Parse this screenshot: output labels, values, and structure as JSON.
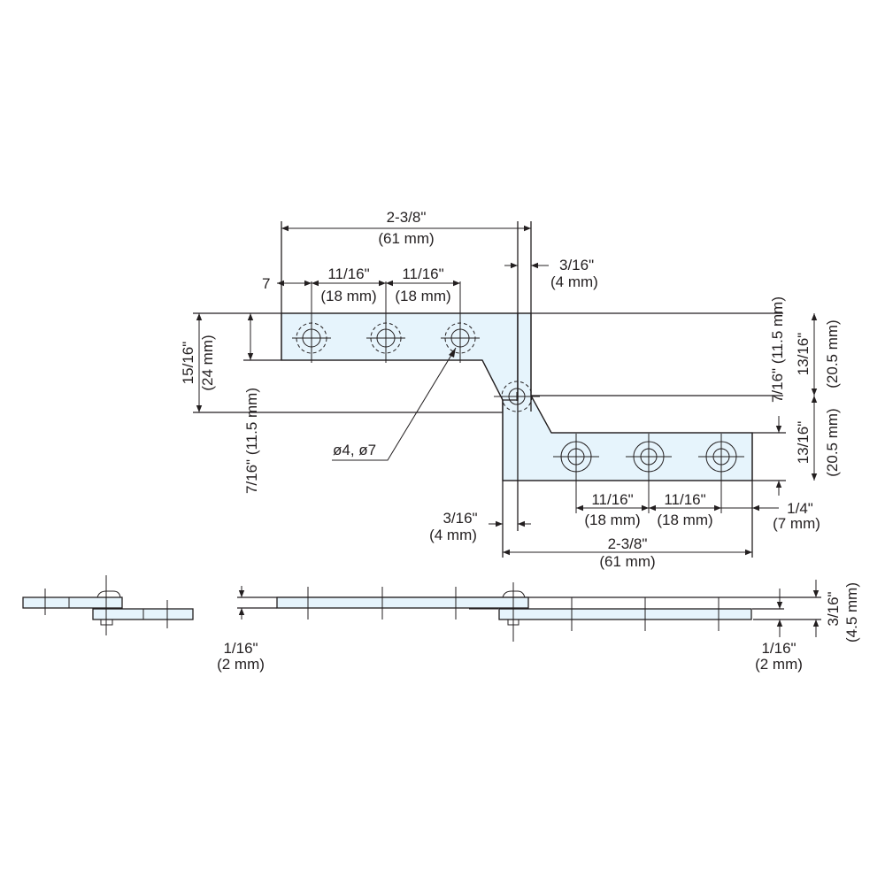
{
  "drawing": {
    "title": "Hinge plate technical drawing",
    "fill_color": "#e6f4fc",
    "line_color": "#231f20"
  },
  "top_view": {
    "overall_upper": {
      "in": "2-3/8\"",
      "mm": "(61 mm)"
    },
    "edge_offset_upper": {
      "value": "7"
    },
    "hole_spacing_upper_1": {
      "in": "11/16\"",
      "mm": "(18 mm)"
    },
    "hole_spacing_upper_2": {
      "in": "11/16\"",
      "mm": "(18 mm)"
    },
    "pivot_offset_upper": {
      "in": "3/16\"",
      "mm": "(4 mm)"
    },
    "upper_height": {
      "in": "15/16\"",
      "mm": "(24 mm)"
    },
    "upper_pivot_height": {
      "label": "7/16\" (11.5 mm)"
    },
    "hole_callout": {
      "label": "ø4, ø7"
    },
    "right_pivot_height": {
      "label": "7/16\" (11.5 mm)"
    },
    "right_upper_height": {
      "in": "13/16\"",
      "mm": "(20.5 mm)"
    },
    "right_lower_height": {
      "in": "13/16\"",
      "mm": "(20.5 mm)"
    },
    "hole_spacing_lower_1": {
      "in": "11/16\"",
      "mm": "(18 mm)"
    },
    "hole_spacing_lower_2": {
      "in": "11/16\"",
      "mm": "(18 mm)"
    },
    "edge_offset_lower": {
      "in": "1/4\"",
      "mm": "(7 mm)"
    },
    "pivot_offset_lower": {
      "in": "3/16\"",
      "mm": "(4 mm)"
    },
    "overall_lower": {
      "in": "2-3/8\"",
      "mm": "(61 mm)"
    }
  },
  "side_view": {
    "thickness_left": {
      "in": "1/16\"",
      "mm": "(2 mm)"
    },
    "thickness_right": {
      "in": "1/16\"",
      "mm": "(2 mm)"
    },
    "total_height": {
      "in": "3/16\"",
      "mm": "(4.5 mm)"
    }
  }
}
